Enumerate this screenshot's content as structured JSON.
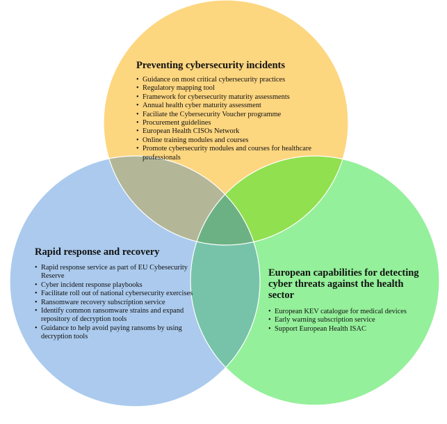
{
  "colors": {
    "top_circle": "#fdd680",
    "left_circle": "#abcaed",
    "right_circle": "#94f09a",
    "top_left_overlap": "#b3b798",
    "top_right_overlap": "#91e050",
    "left_right_overlap": "#77c3a9",
    "center_overlap": "#6cb183",
    "outline": "#ffffff"
  },
  "circles": {
    "top": {
      "title": "Preventing cybersecurity incidents",
      "items": [
        "Guidance on most critical cybersecurity practices",
        "Regulatory mapping tool",
        "Framework for cybersecurity maturity assessments",
        "Annual health cyber maturity assessment",
        "Faciliate the Cybersecurity Voucher programme",
        "Procurement guidelines",
        "European Health CISOs Network",
        "Online training modules and courses",
        "Promote cybersecurity modules and courses for healthcare professionals"
      ]
    },
    "left": {
      "title": "Rapid response and recovery",
      "items": [
        "Rapid response service as part of EU Cybesecurity Reserve",
        "Cyber incident response playbooks",
        "Facilitate roll out of national cybersecurity exercises",
        "Ransomware recovery subscription service",
        "Identify common ransomware strains  and expand repository of decryption tools",
        "Guidance to help avoid paying ransoms by using decryption tools"
      ]
    },
    "right": {
      "title": "European capabilities for detecting cyber threats against the health sector",
      "items": [
        "European KEV catalogue for medical devices",
        "Early warning subscription service",
        "Support European Health ISAC"
      ]
    }
  }
}
